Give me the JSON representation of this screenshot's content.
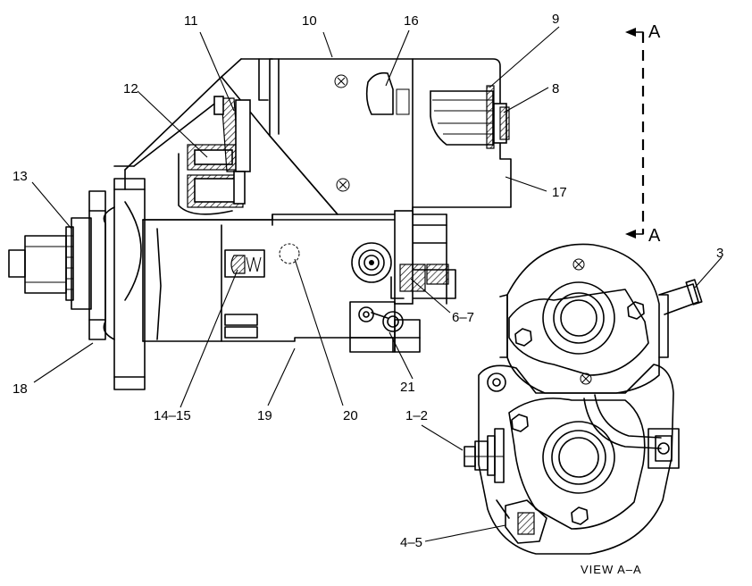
{
  "callouts": [
    {
      "id": "c10",
      "text": "10"
    },
    {
      "id": "c16",
      "text": "16"
    },
    {
      "id": "c9",
      "text": "9"
    },
    {
      "id": "c11",
      "text": "11"
    },
    {
      "id": "c12",
      "text": "12"
    },
    {
      "id": "c8",
      "text": "8"
    },
    {
      "id": "c13",
      "text": "13"
    },
    {
      "id": "c17",
      "text": "17"
    },
    {
      "id": "c3",
      "text": "3"
    },
    {
      "id": "c6_7",
      "text": "6–7"
    },
    {
      "id": "c21",
      "text": "21"
    },
    {
      "id": "c18",
      "text": "18"
    },
    {
      "id": "c14_15",
      "text": "14–15"
    },
    {
      "id": "c19",
      "text": "19"
    },
    {
      "id": "c20",
      "text": "20"
    },
    {
      "id": "c1_2",
      "text": "1–2"
    },
    {
      "id": "c4_5",
      "text": "4–5"
    }
  ],
  "section_marker": {
    "top": "A",
    "bottom": "A"
  },
  "view_label": "VIEW A–A"
}
